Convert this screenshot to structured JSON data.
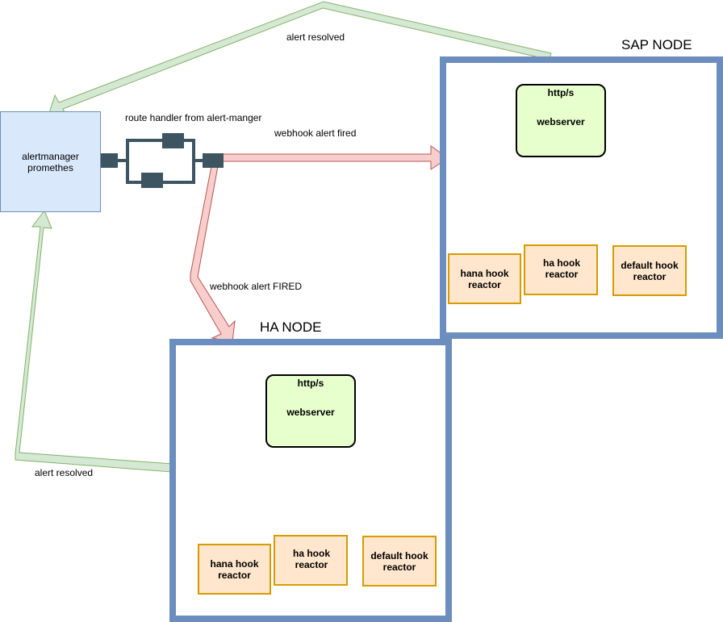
{
  "alertmanager": {
    "label": "alertmanager\npromethes"
  },
  "route_handler": {
    "label": "route handler from alert-manger"
  },
  "edges": {
    "alert_resolved_top": "alert resolved",
    "webhook_fired": "webhook alert fired",
    "webhook_FIRED": "webhook alert FIRED",
    "alert_resolved_left": "alert resolved"
  },
  "sap_node": {
    "title": "SAP NODE",
    "webserver": {
      "protocol": "http/s",
      "label": "webserver"
    },
    "hooks": [
      "hana hook\nreactor",
      "ha hook reactor",
      "default  hook\nreactor"
    ]
  },
  "ha_node": {
    "title": "HA NODE",
    "webserver": {
      "protocol": "http/s",
      "label": "webserver"
    },
    "hooks": [
      "hana hook\nreactor",
      "ha hook reactor",
      "default  hook\nreactor"
    ]
  },
  "colors": {
    "resolved_arrow_fill": "#d5e8d4",
    "resolved_arrow_stroke": "#82b366",
    "fired_arrow_fill": "#f8cecc",
    "fired_arrow_stroke": "#b85450",
    "node_border": "#6c8ebf",
    "hook_fill": "#ffe6cc",
    "hook_stroke": "#d79b00",
    "webserver_fill": "#e6ffcc",
    "connector_arrow": "#990000",
    "handler_icon": "#3d5461"
  },
  "icons": {
    "route_handler": "route-handler-icon"
  }
}
